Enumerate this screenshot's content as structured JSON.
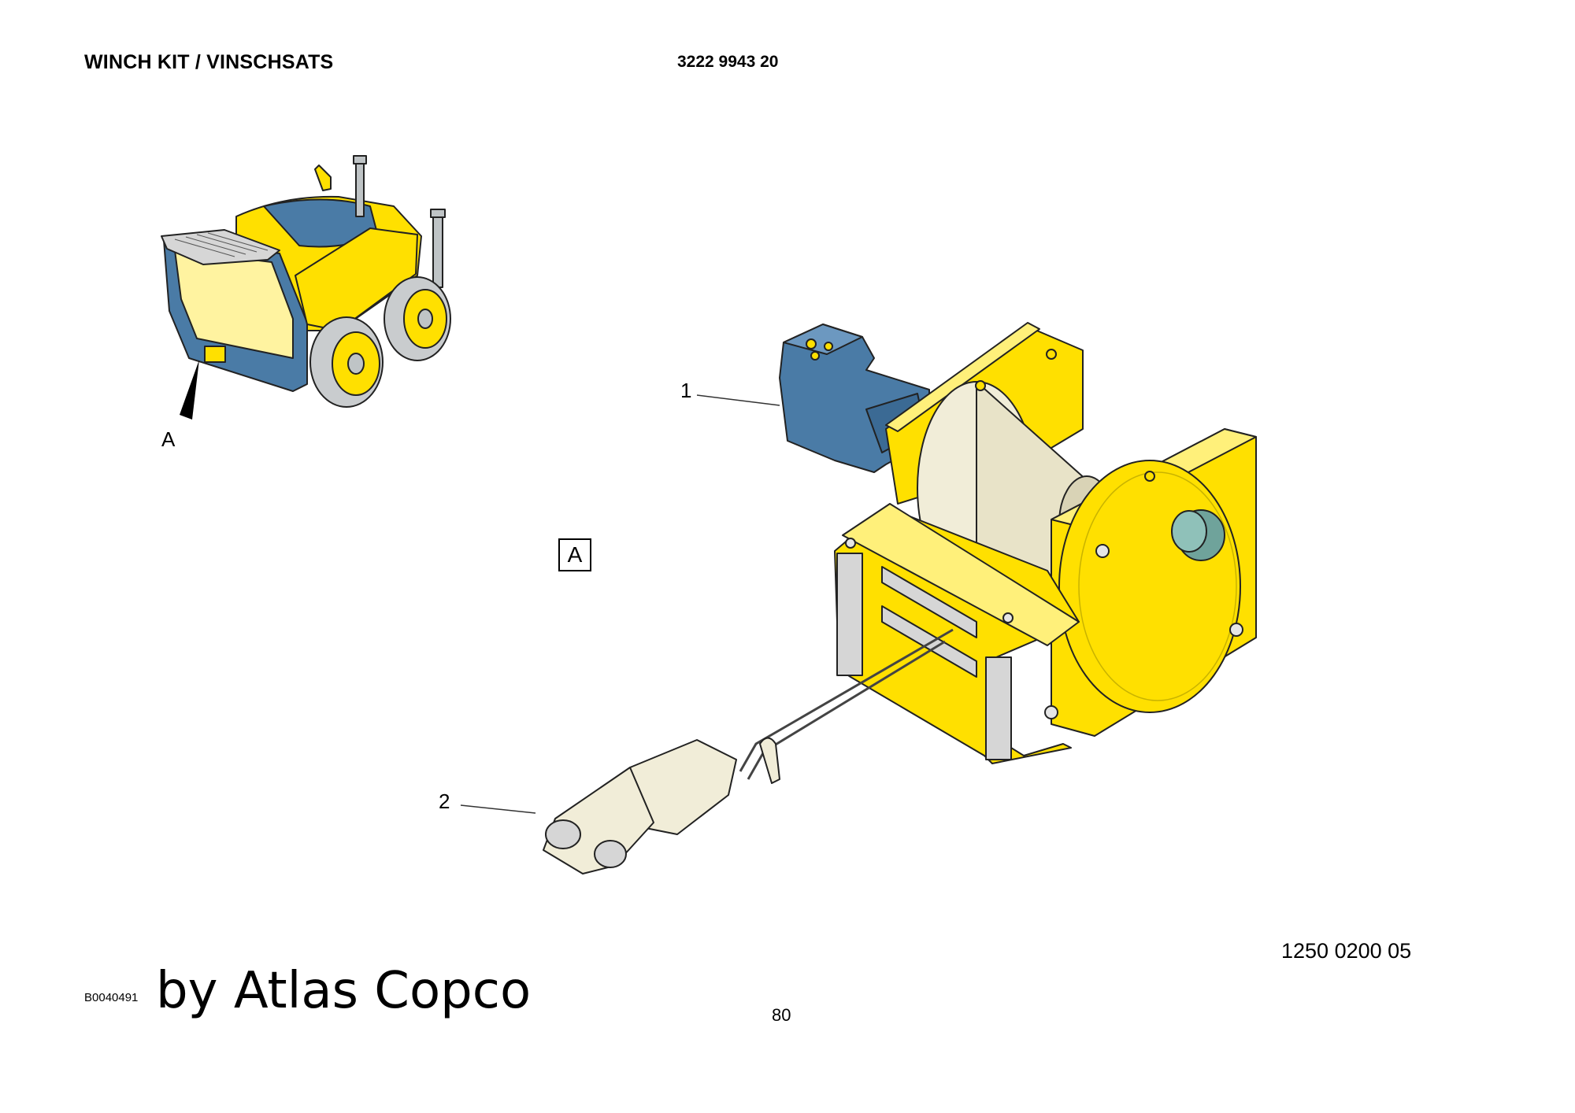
{
  "header": {
    "title": "WINCH KIT / VINSCHSATS",
    "part_number": "3222 9943 20"
  },
  "illustration": {
    "overview_label": "A",
    "detail_label": "A",
    "callouts": [
      {
        "number": "1"
      },
      {
        "number": "2"
      }
    ]
  },
  "footer": {
    "drawing_number": "1250 0200 05",
    "image_id": "B0040491",
    "watermark": "by Atlas Copco",
    "page_number": "80"
  },
  "colors": {
    "machine_yellow": "#FFE000",
    "machine_blue": "#4A7BA6",
    "drum_cream": "#F1EDD8",
    "roller_gray": "#D6D6D6",
    "shaft_teal": "#6FA39B"
  }
}
